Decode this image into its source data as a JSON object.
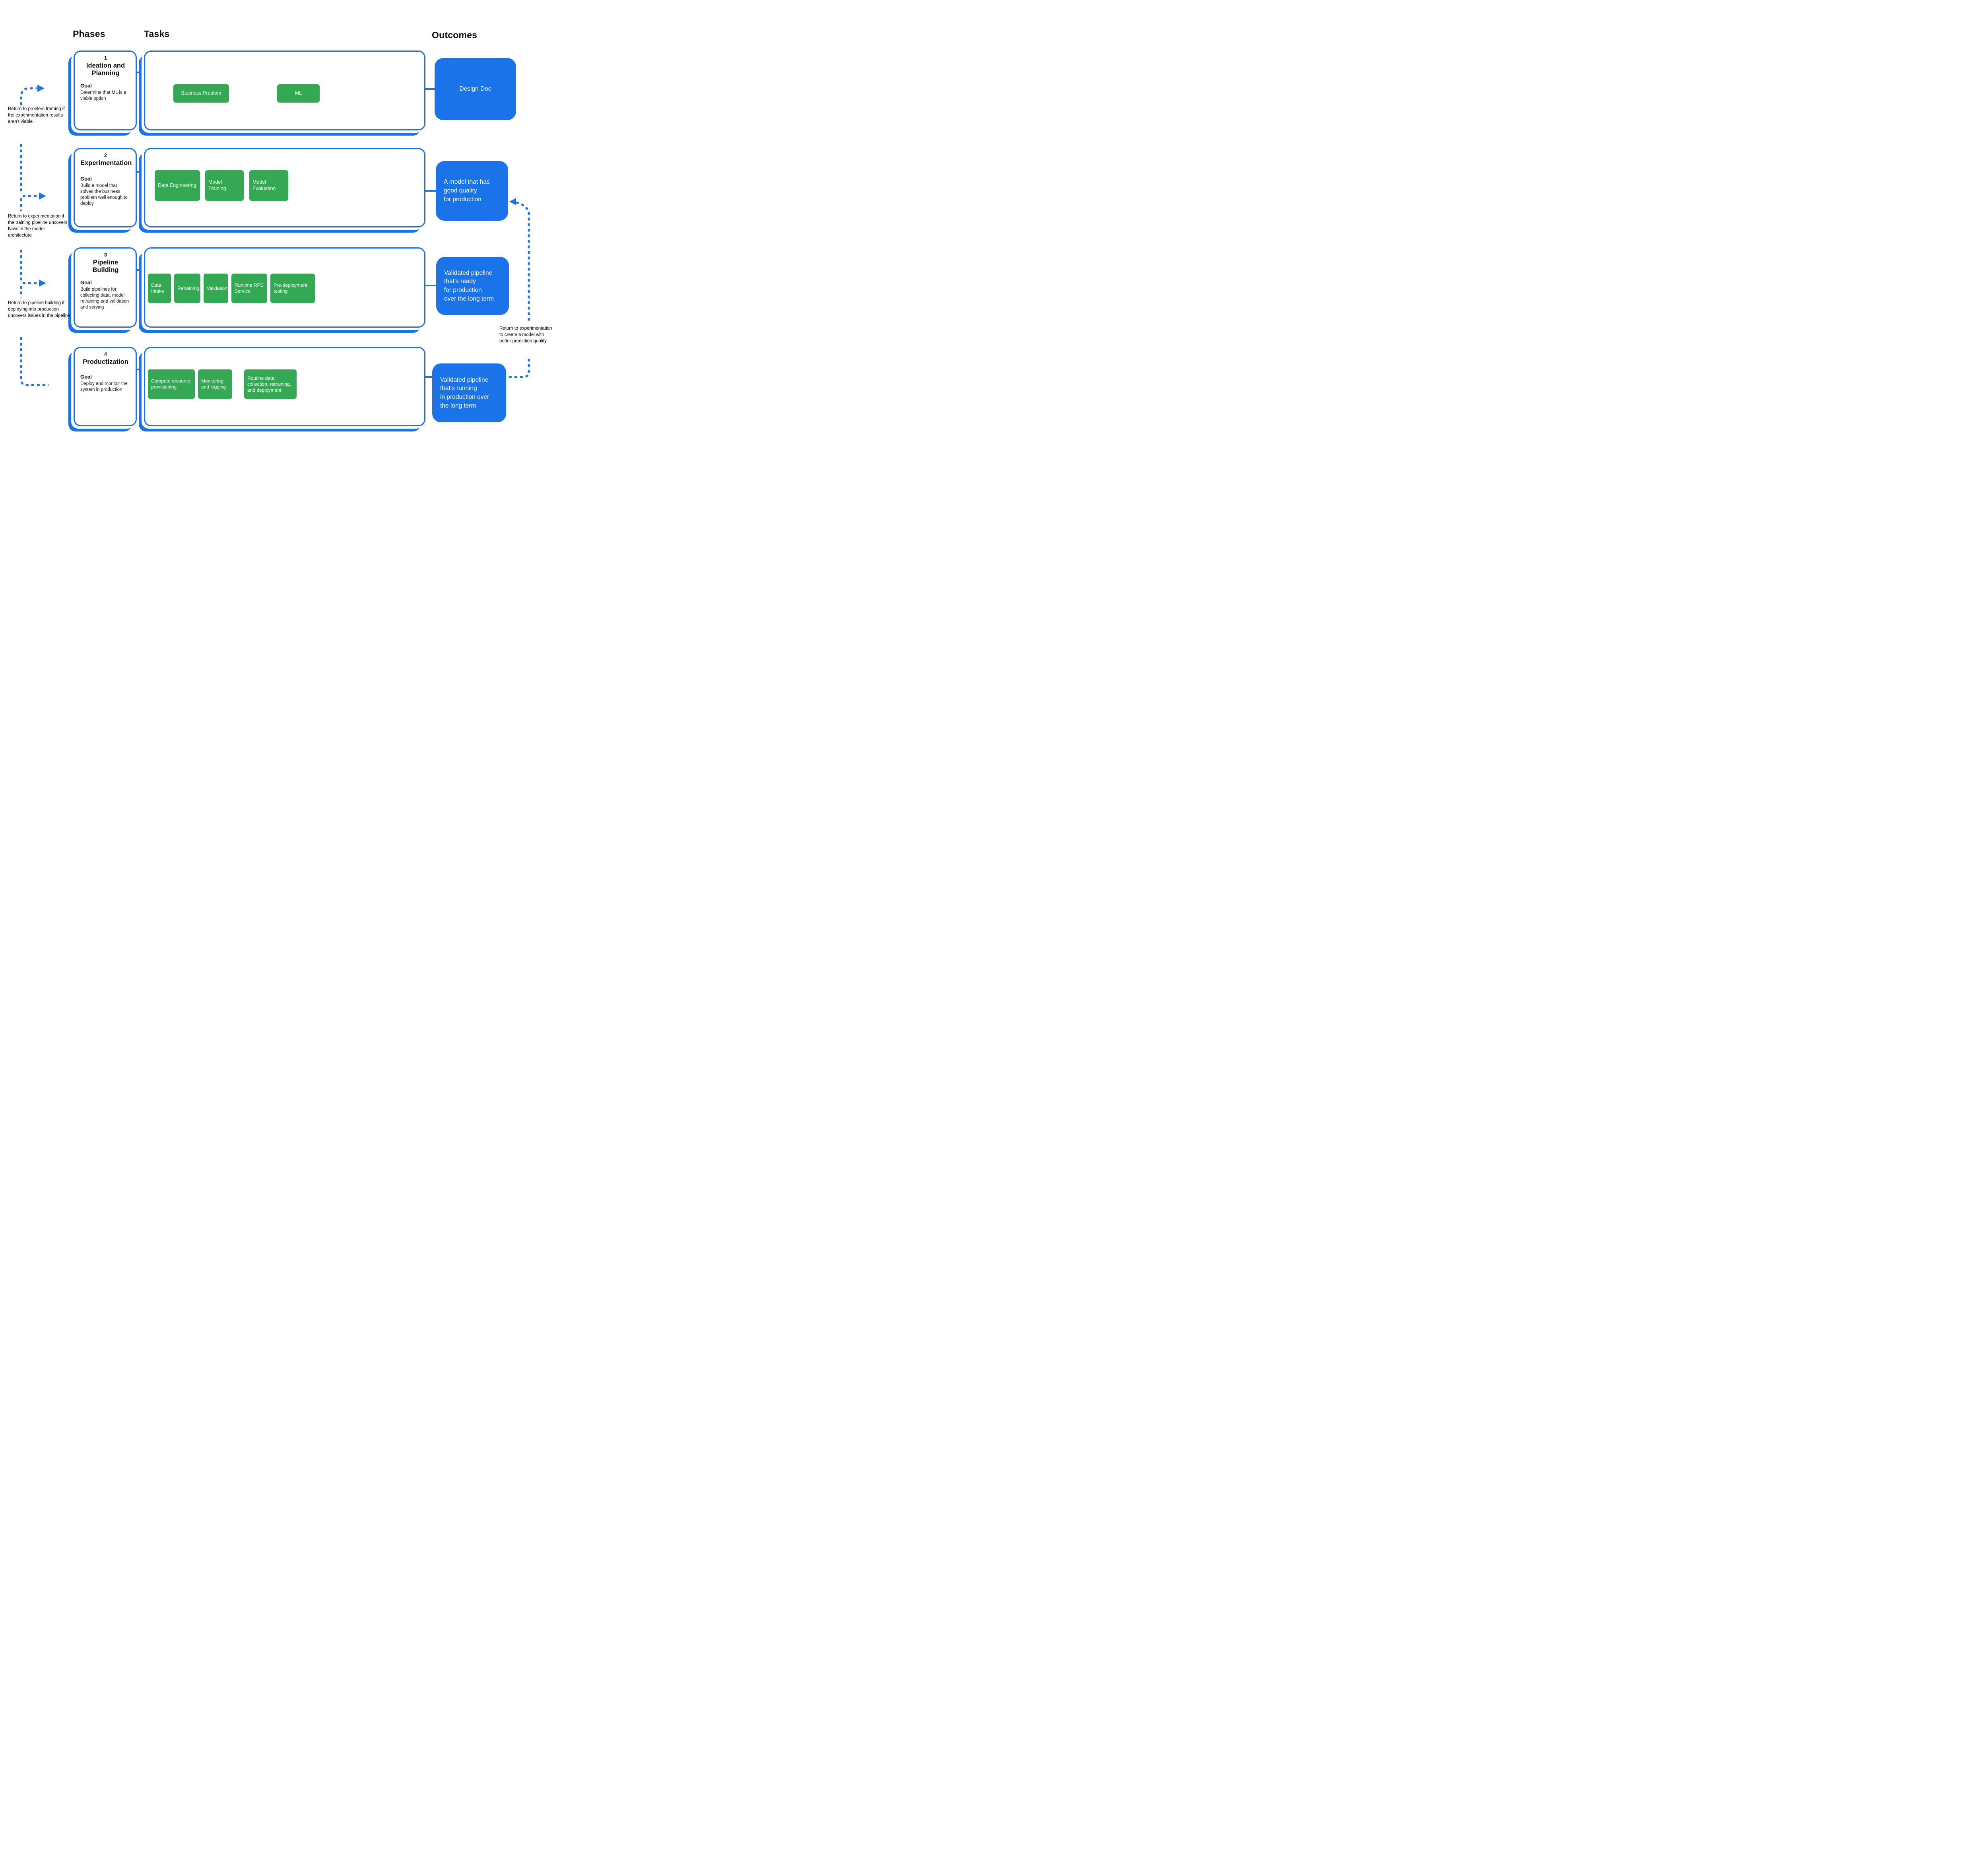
{
  "header": {
    "phases": "Phases",
    "tasks": "Tasks",
    "outcomes": "Outcomes"
  },
  "colors": {
    "accent_blue": "#1A73E8",
    "task_green": "#34A853"
  },
  "phases": [
    {
      "number": "1",
      "title": "Ideation and Planning",
      "goal_label": "Goal",
      "goal": "Determine that ML is a viable option",
      "tasks": [
        "Business Problem",
        "ML"
      ],
      "outcome": "Design Doc"
    },
    {
      "number": "2",
      "title": "Experimentation",
      "goal_label": "Goal",
      "goal": "Build a model that solves the business problem well enough to deploy",
      "tasks": [
        "Data Engineering",
        "Model Training",
        "Model Evaluation"
      ],
      "outcome": "A model that has\ngood quality\nfor production"
    },
    {
      "number": "3",
      "title": "Pipeline Building",
      "goal_label": "Goal",
      "goal": "Build pipelines for collecting data, model retraining and validation and serving",
      "tasks": [
        "Data Intake",
        "Retraining",
        "Validation",
        "Runtime RPC Service",
        "Pre-deployment testing"
      ],
      "outcome": "Validated pipeline\nthat’s ready\nfor production\nover the long term"
    },
    {
      "number": "4",
      "title": "Productization",
      "goal_label": "Goal",
      "goal": "Deploy and monitor the system in production",
      "tasks": [
        "Compute  resource provisioning",
        "Monitoring and logging",
        "Routine data collection, retraining, and deployment"
      ],
      "outcome": "Validated pipeline\nthat’s running\nin production over\nthe long term"
    }
  ],
  "annotations": {
    "left1": "Return to problem framing if the experimentation results aren’t viable",
    "left2": "Return to experimentation if the training pipeline uncovers flaws in the model architecture",
    "left3": "Return to pipeline building if deploying into production uncovers issues in the pipeline",
    "right": "Return to experimentation to create a model with better prediction quality"
  }
}
